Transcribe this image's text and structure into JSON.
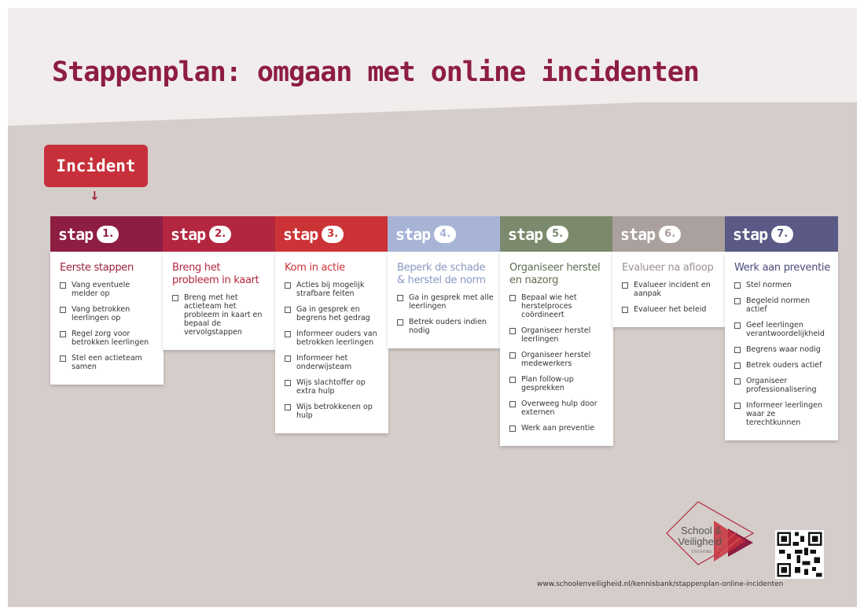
{
  "title": "Stappenplan: omgaan met online incidenten",
  "incident_label": "Incident",
  "arrow": "↓",
  "stap_word": "stap",
  "steps": [
    {
      "num": "1.",
      "color": "#8e1d42",
      "title": "Eerste stappen",
      "title_color": "#9a1f3c",
      "items": [
        "Vang eventuele melder op",
        "Vang betrokken leerlingen op",
        "Regel zorg voor betrokken leerlingen",
        "Stel een actieteam samen"
      ]
    },
    {
      "num": "2.",
      "color": "#b32640",
      "title": "Breng het probleem in kaart",
      "title_color": "#b32640",
      "items": [
        "Breng met het actieteam het probleem in kaart en bepaal de vervolgstappen"
      ]
    },
    {
      "num": "3.",
      "color": "#cc3336",
      "title": "Kom in actie",
      "title_color": "#cc3336",
      "items": [
        "Acties bij mogelijk strafbare feiten",
        "Ga in gesprek en begrens het gedrag",
        "Informeer ouders van betrokken leerlingen",
        "Informeer het onderwijsteam",
        "Wijs slachtoffer op extra hulp",
        "Wijs betrokkenen op hulp"
      ]
    },
    {
      "num": "4.",
      "color": "#a7b4d6",
      "title": "Beperk de schade & herstel de norm",
      "title_color": "#8a98c2",
      "items": [
        "Ga in gesprek met alle leerlingen",
        "Betrek ouders indien nodig"
      ]
    },
    {
      "num": "5.",
      "color": "#7b8a6c",
      "title": "Organiseer herstel en nazorg",
      "title_color": "#5d6c51",
      "items": [
        "Bepaal wie het herstelproces coördineert",
        "Organiseer herstel leerlingen",
        "Organiseer herstel medewerkers",
        "Plan follow-up gesprekken",
        "Overweeg hulp door externen",
        "Werk aan preventie"
      ]
    },
    {
      "num": "6.",
      "color": "#aaa09e",
      "title": "Evalueer na afloop",
      "title_color": "#9a9290",
      "items": [
        "Evalueer incident en aanpak",
        "Evalueer het beleid"
      ]
    },
    {
      "num": "7.",
      "color": "#5b5a86",
      "title": "Werk aan preventie",
      "title_color": "#4b4a7a",
      "items": [
        "Stel normen",
        "Begeleid normen actief",
        "Geef leerlingen verantwoordelijkheid",
        "Begrens waar nodig",
        "Betrek ouders actief",
        "Organiseer professionalisering",
        "Informeer leerlingen waar ze terechtkunnen"
      ]
    }
  ],
  "logo": {
    "line1": "School &",
    "line2": "Veiligheid",
    "small": "STICHTING"
  },
  "footer_url": "www.schoolenveiligheid.nl/kennisbank/stappenplan-online-incidenten"
}
